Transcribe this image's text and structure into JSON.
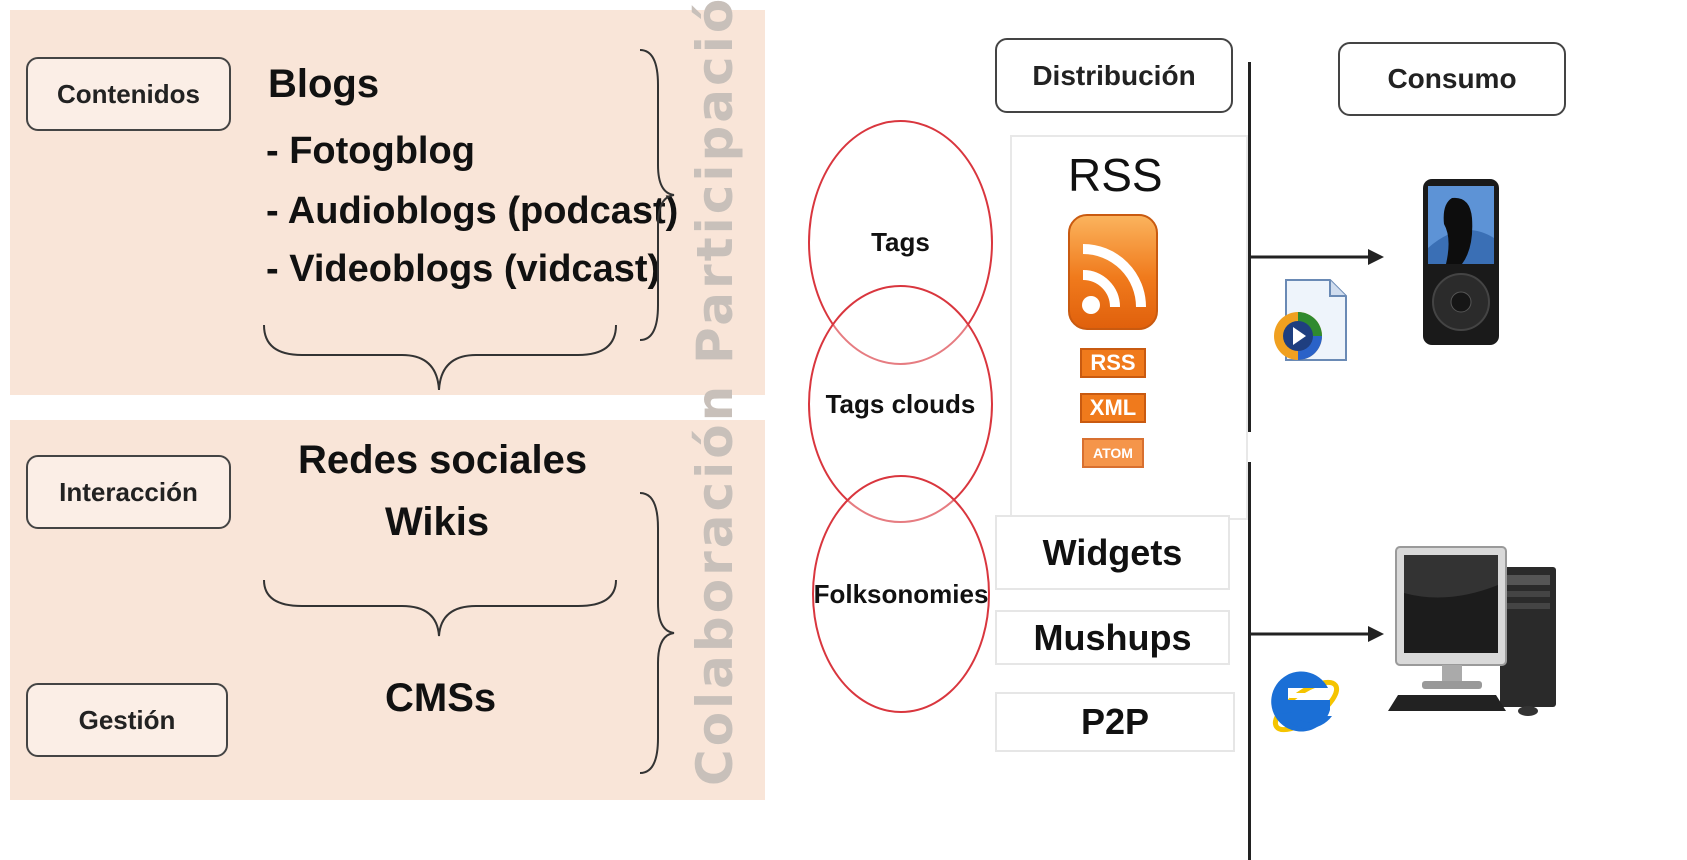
{
  "left": {
    "participacion_label": "Participación",
    "colaboracion_label": "Colaboración",
    "contenidos": "Contenidos",
    "interaccion": "Interacción",
    "gestion": "Gestión",
    "blogs_title": "Blogs",
    "blog_items": [
      "- Fotogblog",
      "- Audioblogs (podcast)",
      "- Videoblogs (vidcast)"
    ],
    "redes_sociales": "Redes sociales",
    "wikis": "Wikis",
    "cmss": "CMSs"
  },
  "right": {
    "distribucion": "Distribución",
    "consumo": "Consumo",
    "tags": "Tags",
    "tags_clouds": "Tags clouds",
    "folksonomies": "Folksonomies",
    "rss_title": "RSS",
    "badges": [
      "RSS",
      "XML",
      "ATOM"
    ],
    "widgets": "Widgets",
    "mushups": "Mushups",
    "p2p": "P2P",
    "icons": [
      "rss-feed-icon",
      "media-player-icon",
      "ipod-icon",
      "internet-explorer-icon",
      "desktop-computer-icon"
    ]
  },
  "colors": {
    "panel": "#f9e5d8",
    "circle_border": "#d9363e",
    "rss_orange": "#f07a1c",
    "vertical_text": "#c8c0ba"
  }
}
